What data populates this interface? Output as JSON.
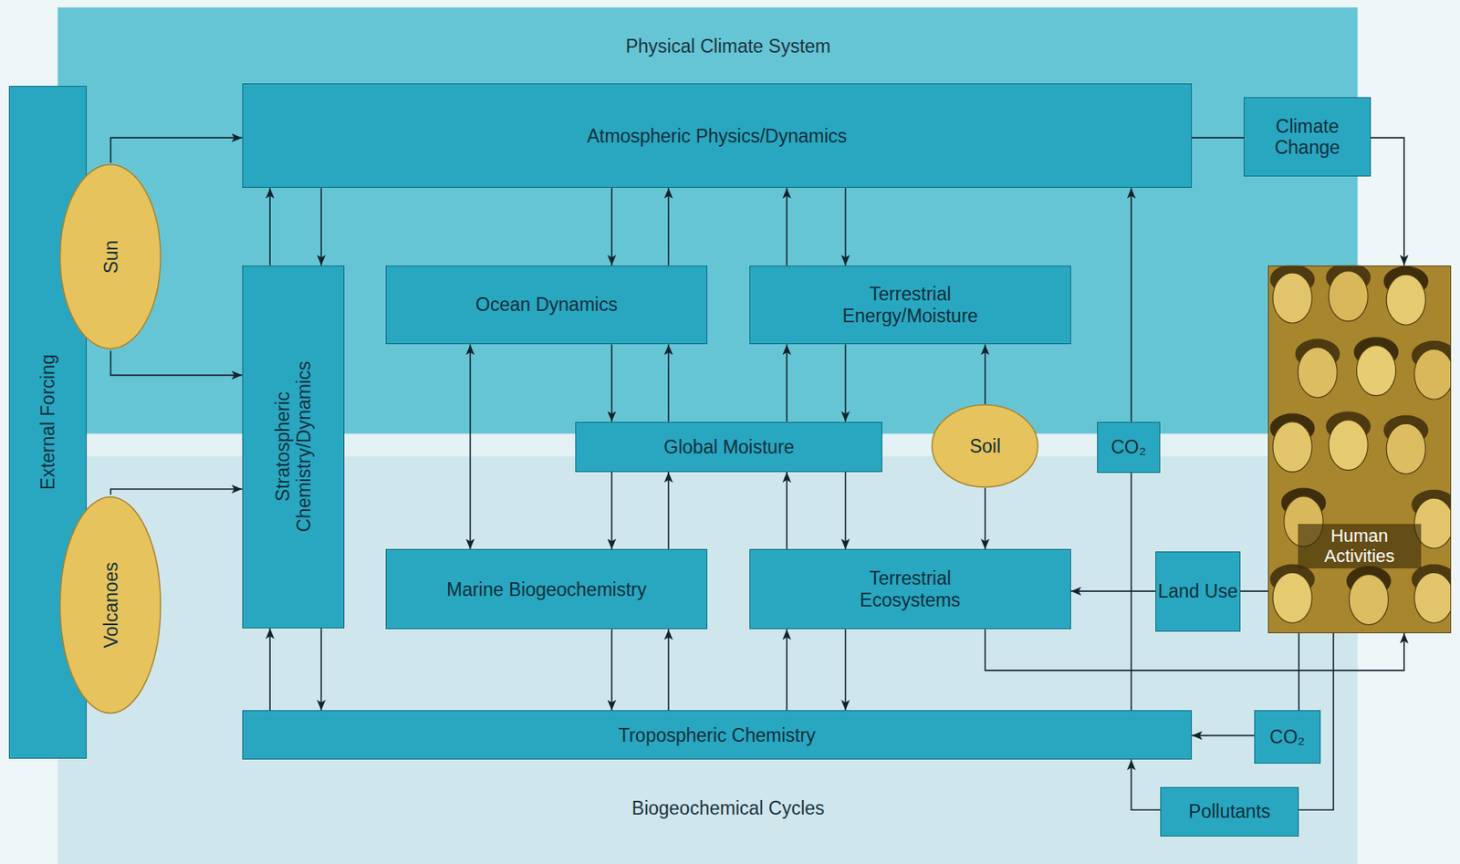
{
  "diagram": {
    "nodes": [
      {
        "text": [
          "External Forcing"
        ]
      },
      {
        "text": [
          "Atmospheric Physics/Dynamics"
        ]
      },
      {
        "text": [
          "Climate Change"
        ]
      },
      {
        "text": [
          "Sun"
        ],
        "in": 0
      },
      {
        "text": [
          "Stratospheric Chemistry/Dynamics"
        ]
      },
      {
        "text": [
          "Ocean Dynamics"
        ]
      },
      {
        "text": [
          "Terrestrial Energy/Moisture"
        ]
      },
      {
        "text": [
          "Human Activities"
        ]
      },
      {
        "text": [
          "Global Moisture"
        ]
      },
      {
        "text": [
          "Soil"
        ]
      },
      {
        "text": [
          "CO₂"
        ]
      },
      {
        "text": [
          "Volcanoes"
        ],
        "in": 0
      },
      {
        "text": [
          "Marine Biogeochemistry"
        ]
      },
      {
        "text": [
          "Terrestrial Ecosystems"
        ]
      },
      {
        "text": [
          "Land Use"
        ]
      },
      {
        "text": [
          "Tropospheric Chemistry"
        ]
      },
      {
        "text": [
          "CO₂"
        ]
      },
      {
        "text": [
          "Pollutants"
        ]
      }
    ],
    "edges": [
      {
        "from": 3,
        "to": 1,
        "arrow": "to"
      },
      {
        "from": 3,
        "to": 4,
        "arrow": "to"
      },
      {
        "from": 11,
        "to": 4,
        "arrow": "to"
      },
      {
        "from": 4,
        "to": 1,
        "arrow": "to"
      },
      {
        "from": 1,
        "to": 4,
        "arrow": "to"
      },
      {
        "from": 1,
        "to": 5,
        "arrow": "to"
      },
      {
        "from": 5,
        "to": 1,
        "arrow": "to"
      },
      {
        "from": 6,
        "to": 1,
        "arrow": "to"
      },
      {
        "from": 1,
        "to": 6,
        "arrow": "to"
      },
      {
        "from": 5,
        "to": 12,
        "arrow": "both"
      },
      {
        "from": 5,
        "to": 8,
        "arrow": "to"
      },
      {
        "from": 8,
        "to": 5,
        "arrow": "to"
      },
      {
        "from": 8,
        "to": 6,
        "arrow": "to"
      },
      {
        "from": 6,
        "to": 8,
        "arrow": "to"
      },
      {
        "from": 9,
        "to": 6,
        "arrow": "to"
      },
      {
        "from": 8,
        "to": 12,
        "arrow": "to"
      },
      {
        "from": 12,
        "to": 8,
        "arrow": "to"
      },
      {
        "from": 13,
        "to": 8,
        "arrow": "to"
      },
      {
        "from": 8,
        "to": 13,
        "arrow": "to"
      },
      {
        "from": 9,
        "to": 13,
        "arrow": "to"
      },
      {
        "from": 15,
        "to": 4,
        "arrow": "to"
      },
      {
        "from": 4,
        "to": 15,
        "arrow": "to"
      },
      {
        "from": 12,
        "to": 15,
        "arrow": "to"
      },
      {
        "from": 15,
        "to": 12,
        "arrow": "to"
      },
      {
        "from": 15,
        "to": 13,
        "arrow": "to"
      },
      {
        "from": 13,
        "to": 15,
        "arrow": "to"
      },
      {
        "from": 15,
        "to": 10,
        "arrow": "none"
      },
      {
        "from": 10,
        "to": 1,
        "arrow": "to"
      },
      {
        "from": 1,
        "to": 2,
        "arrow": "none"
      },
      {
        "from": 2,
        "to": 7,
        "arrow": "to"
      },
      {
        "from": 7,
        "to": 14,
        "arrow": "none"
      },
      {
        "from": 14,
        "to": 13,
        "arrow": "to"
      },
      {
        "from": 13,
        "to": 7,
        "arrow": "to"
      },
      {
        "from": 7,
        "to": 16,
        "arrow": "none"
      },
      {
        "from": 16,
        "to": 15,
        "arrow": "to"
      },
      {
        "from": 7,
        "to": 17,
        "arrow": "none"
      },
      {
        "from": 17,
        "to": 15,
        "arrow": "to"
      }
    ],
    "labels": [
      "Physical Climate System",
      "Biogeochemical Cycles"
    ]
  }
}
